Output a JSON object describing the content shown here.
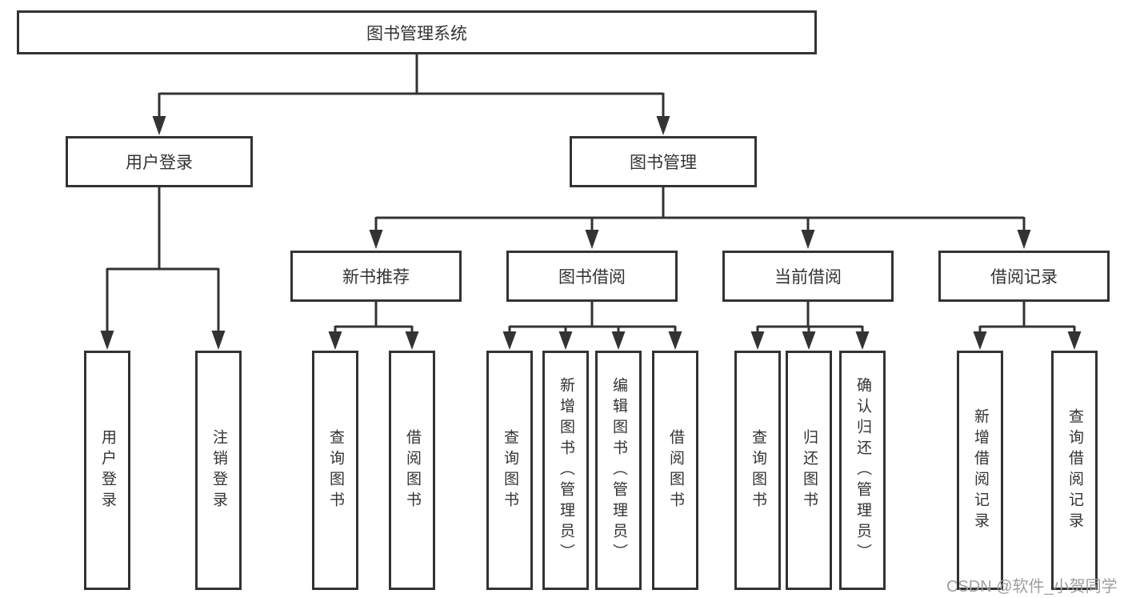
{
  "diagram": {
    "root_label": "图书管理系统",
    "groups": [
      {
        "label": "用户登录",
        "leaves": [
          "用户登录",
          "注销登录"
        ]
      },
      {
        "label": "图书管理",
        "sections": [
          {
            "label": "新书推荐",
            "leaves": [
              "查询图书",
              "借阅图书"
            ]
          },
          {
            "label": "图书借阅",
            "leaves": [
              "查询图书",
              "新增图书（管理员）",
              "编辑图书（管理员）",
              "借阅图书"
            ]
          },
          {
            "label": "当前借阅",
            "leaves": [
              "查询图书",
              "归还图书",
              "确认归还（管理员）"
            ]
          },
          {
            "label": "借阅记录",
            "leaves": [
              "新增借阅记录",
              "查询借阅记录"
            ]
          }
        ]
      }
    ]
  },
  "watermark": {
    "text": "CSDN @软件_小贺同学",
    "color": "#9f9f9f"
  },
  "colors": {
    "line": "#333333",
    "box_border": "#333333",
    "text": "#333333",
    "background": "#ffffff"
  }
}
